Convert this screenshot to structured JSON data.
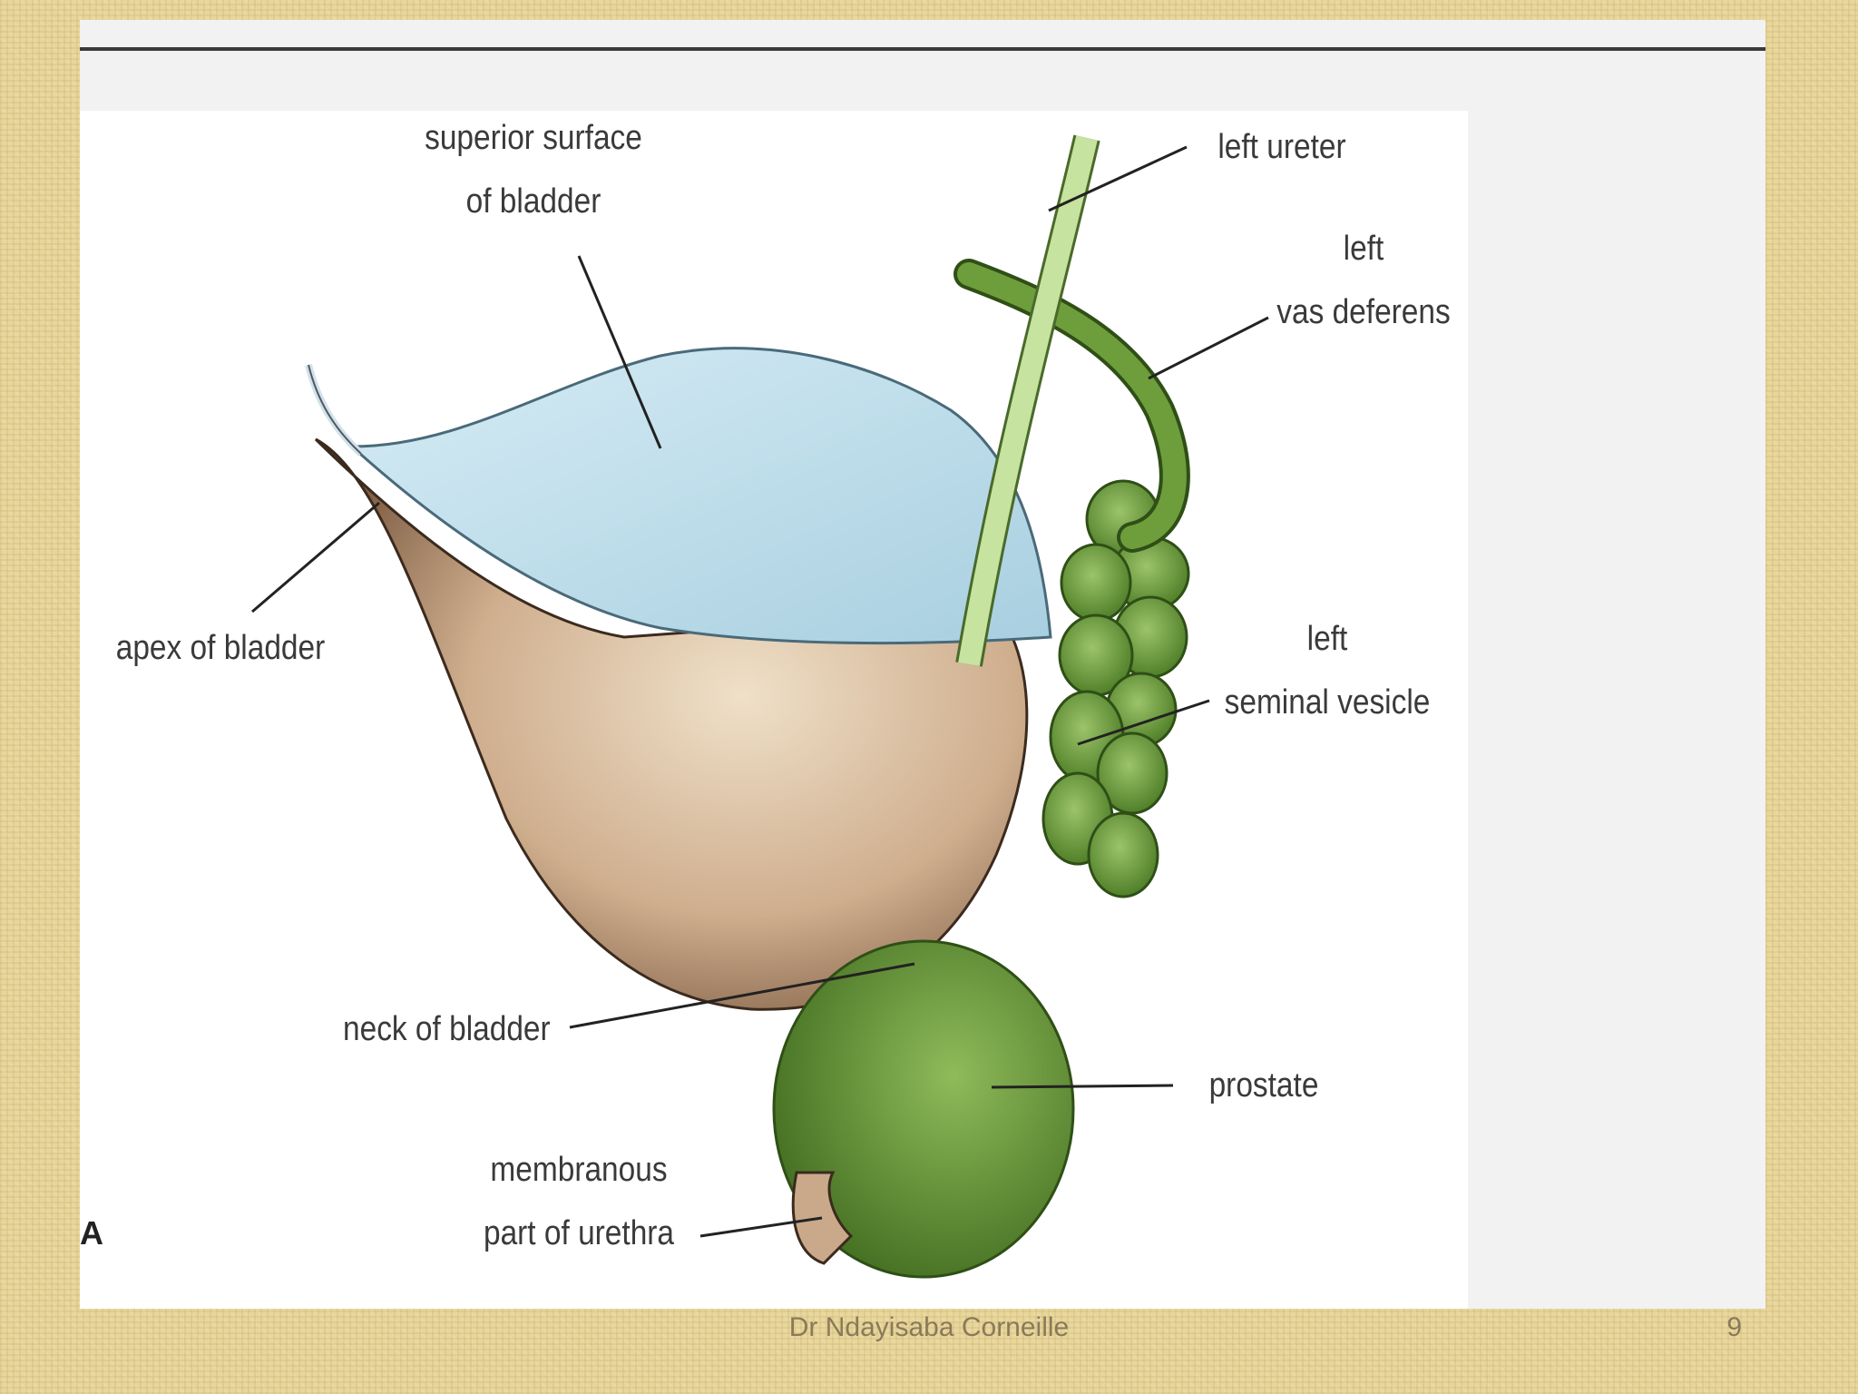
{
  "slide": {
    "footer_author": "Dr Ndayisaba Corneille",
    "page_number": "9",
    "panel_tag": "A"
  },
  "diagram": {
    "labels": {
      "superior_surface": [
        "superior surface",
        "of bladder"
      ],
      "left_ureter": [
        "left ureter"
      ],
      "left_vas_deferens": [
        "left",
        "vas deferens"
      ],
      "apex_of_bladder": [
        "apex of bladder"
      ],
      "left_seminal_vesicle": [
        "left",
        "seminal vesicle"
      ],
      "neck_of_bladder": [
        "neck of bladder"
      ],
      "prostate": [
        "prostate"
      ],
      "membranous_urethra": [
        "membranous",
        "part of urethra"
      ]
    },
    "colors": {
      "bladder_superior": "#bfe0ee",
      "bladder_body": "#c9a98a",
      "ureter": "#c6e3a0",
      "vas_deferens": "#6e9e3c",
      "seminal_vesicle": "#6f9e3a",
      "prostate": "#6e9a3c",
      "leader_line": "#222222"
    }
  }
}
